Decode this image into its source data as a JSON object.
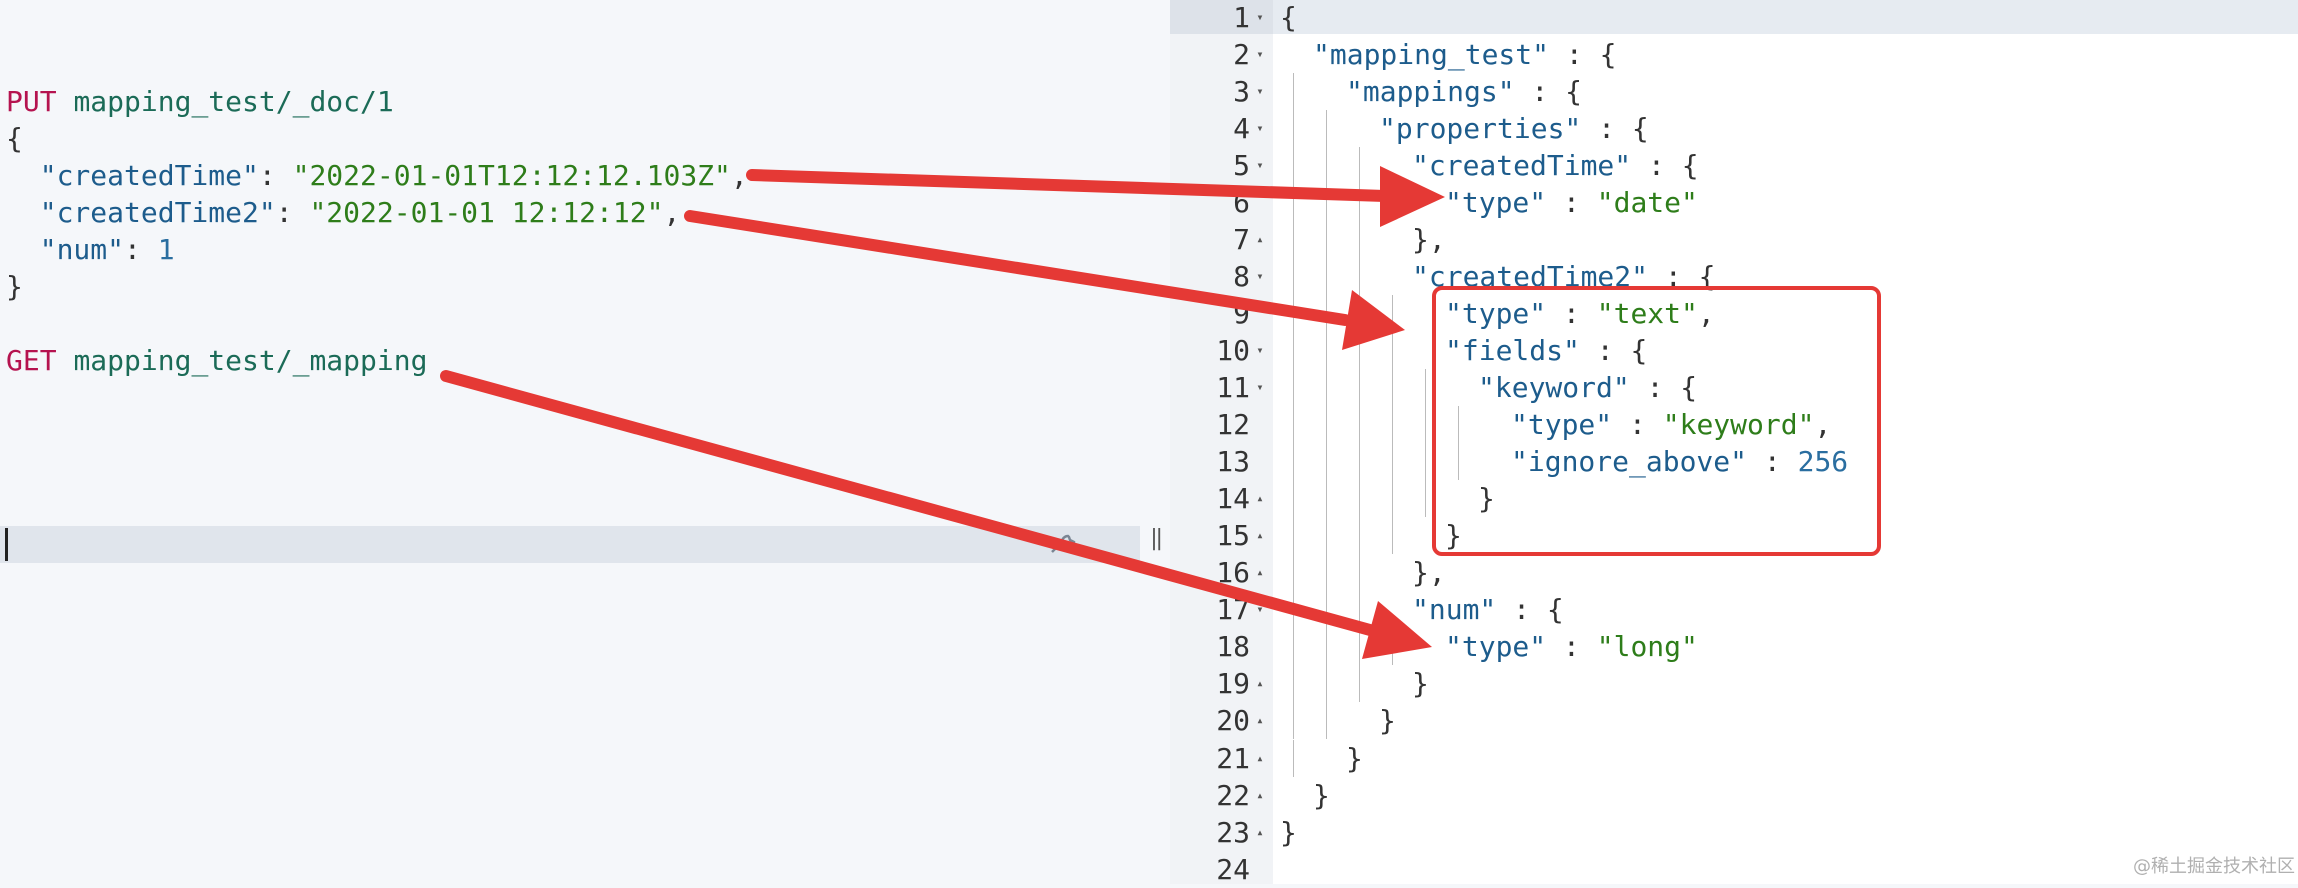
{
  "request": {
    "put_method": "PUT",
    "put_path": "mapping_test/_doc/1",
    "open_brace": "{",
    "fields": [
      {
        "key": "\"createdTime\"",
        "value": "\"2022-01-01T12:12:12.103Z\"",
        "suffix": ","
      },
      {
        "key": "\"createdTime2\"",
        "value": "\"2022-01-01 12:12:12\"",
        "suffix": ","
      },
      {
        "key": "\"num\"",
        "value": "1",
        "suffix": ""
      }
    ],
    "close_brace": "}",
    "get_method": "GET",
    "get_path": "mapping_test/_mapping"
  },
  "response": {
    "line_numbers": [
      "1",
      "2",
      "3",
      "4",
      "5",
      "6",
      "7",
      "8",
      "9",
      "10",
      "11",
      "12",
      "13",
      "14",
      "15",
      "16",
      "17",
      "18",
      "19",
      "20",
      "21",
      "22",
      "23",
      "24"
    ],
    "lines": [
      {
        "k": "",
        "sep": "",
        "v": "",
        "tail": "{"
      },
      {
        "k": "\"mapping_test\"",
        "sep": " : ",
        "v": "",
        "tail": "{"
      },
      {
        "k": "\"mappings\"",
        "sep": " : ",
        "v": "",
        "tail": "{"
      },
      {
        "k": "\"properties\"",
        "sep": " : ",
        "v": "",
        "tail": "{"
      },
      {
        "k": "\"createdTime\"",
        "sep": " : ",
        "v": "",
        "tail": "{"
      },
      {
        "k": "\"type\"",
        "sep": " : ",
        "v": "\"date\"",
        "tail": ""
      },
      {
        "k": "",
        "sep": "",
        "v": "",
        "tail": "},"
      },
      {
        "k": "\"createdTime2\"",
        "sep": " : ",
        "v": "",
        "tail": "{"
      },
      {
        "k": "\"type\"",
        "sep": " : ",
        "v": "\"text\"",
        "tail": ","
      },
      {
        "k": "\"fields\"",
        "sep": " : ",
        "v": "",
        "tail": "{"
      },
      {
        "k": "\"keyword\"",
        "sep": " : ",
        "v": "",
        "tail": "{"
      },
      {
        "k": "\"type\"",
        "sep": " : ",
        "v": "\"keyword\"",
        "tail": ","
      },
      {
        "k": "\"ignore_above\"",
        "sep": " : ",
        "v": "256",
        "tail": ""
      },
      {
        "k": "",
        "sep": "",
        "v": "",
        "tail": "}"
      },
      {
        "k": "",
        "sep": "",
        "v": "",
        "tail": "}"
      },
      {
        "k": "",
        "sep": "",
        "v": "",
        "tail": "},"
      },
      {
        "k": "\"num\"",
        "sep": " : ",
        "v": "",
        "tail": "{"
      },
      {
        "k": "\"type\"",
        "sep": " : ",
        "v": "\"long\"",
        "tail": ""
      },
      {
        "k": "",
        "sep": "",
        "v": "",
        "tail": "}"
      },
      {
        "k": "",
        "sep": "",
        "v": "",
        "tail": "}"
      },
      {
        "k": "",
        "sep": "",
        "v": "",
        "tail": "}"
      },
      {
        "k": "",
        "sep": "",
        "v": "",
        "tail": "}"
      },
      {
        "k": "",
        "sep": "",
        "v": "",
        "tail": "}"
      },
      {
        "k": "",
        "sep": "",
        "v": "",
        "tail": ""
      }
    ]
  },
  "watermark": "@稀土掘金技术社区",
  "colors": {
    "annotation_red": "#e53935",
    "method": "#b5134f",
    "key": "#1d5c8c",
    "string": "#2e7d1a",
    "number": "#2a6ea0"
  },
  "icons": {
    "action": "wrench-icon",
    "resize": "resize-handle-icon",
    "fold_open": "caret-down-icon",
    "fold_close": "caret-up-icon"
  }
}
